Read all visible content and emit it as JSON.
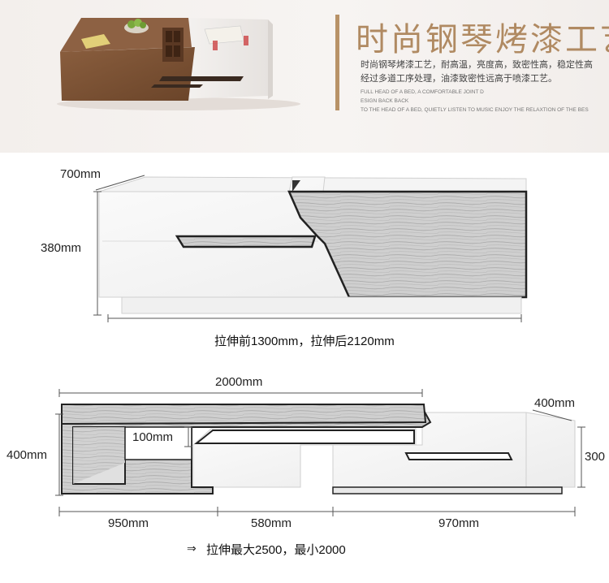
{
  "banner": {
    "title": "时尚钢琴烤漆工艺",
    "desc_line1": "时尚钢琴烤漆工艺，耐高温，亮度高，致密性高，稳定性高",
    "desc_line2": "经过多道工序处理，油漆致密性远高于喷漆工艺。",
    "en_line1": "FULL HEAD OF A BED, A COMFORTABLE JOINT D",
    "en_line2": "ESIGN BACK BACK",
    "en_line3": "TO THE HEAD OF A BED, QUIETLY LISTEN TO MUSIC ENJOY THE RELAXTION OF THE BES"
  },
  "top_diagram": {
    "depth": "700mm",
    "height": "380mm",
    "caption": "拉伸前1300mm，拉伸后2120mm"
  },
  "bottom_diagram": {
    "total_length": "2000mm",
    "depth": "400mm",
    "left_height": "400mm",
    "step": "100mm",
    "right_height": "300",
    "seg1": "950mm",
    "seg2": "580mm",
    "seg3": "970mm",
    "arrow_icon": "double-arrow-right-icon",
    "caption": "拉伸最大2500，最小2000"
  },
  "colors": {
    "accent_gold": "#b08a62",
    "walnut": "#7a5236",
    "white_lacquer": "#f2efed"
  }
}
